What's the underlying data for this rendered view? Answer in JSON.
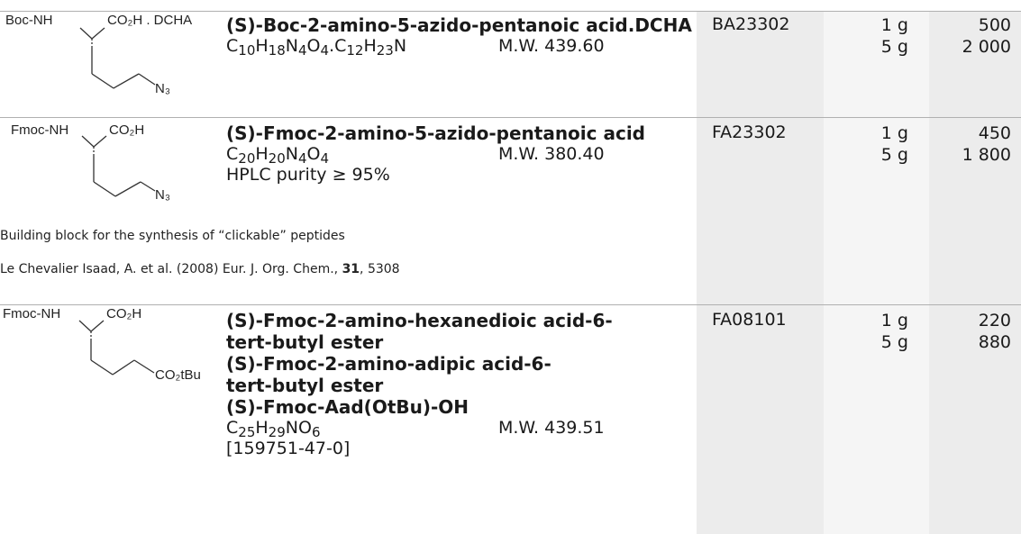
{
  "products": [
    {
      "structure": {
        "amine": "Boc-NH",
        "acid": "CO₂H . DCHA",
        "end": "N₃"
      },
      "names": [
        "(S)-Boc-2-amino-5-azido-pentanoic acid.DCHA"
      ],
      "formula": {
        "parts": [
          {
            "t": "C"
          },
          {
            "s": "10"
          },
          {
            "t": "H"
          },
          {
            "s": "18"
          },
          {
            "t": "N"
          },
          {
            "s": "4"
          },
          {
            "t": "O"
          },
          {
            "s": "4"
          },
          {
            "t": ".C"
          },
          {
            "s": "12"
          },
          {
            "t": "H"
          },
          {
            "s": "23"
          },
          {
            "t": "N"
          }
        ]
      },
      "mw": "M.W. 439.60",
      "extra": [],
      "code": "BA23302",
      "quantities": [
        "1 g",
        "5 g"
      ],
      "prices": [
        "500",
        "2 000"
      ],
      "notes": []
    },
    {
      "structure": {
        "amine": "Fmoc-NH",
        "acid": "CO₂H",
        "end": "N₃"
      },
      "names": [
        "(S)-Fmoc-2-amino-5-azido-pentanoic acid"
      ],
      "formula": {
        "parts": [
          {
            "t": "C"
          },
          {
            "s": "20"
          },
          {
            "t": "H"
          },
          {
            "s": "20"
          },
          {
            "t": "N"
          },
          {
            "s": "4"
          },
          {
            "t": "O"
          },
          {
            "s": "4"
          }
        ]
      },
      "mw": "M.W. 380.40",
      "extra": [
        "HPLC purity ≥ 95%"
      ],
      "code": "FA23302",
      "quantities": [
        "1 g",
        "5 g"
      ],
      "prices": [
        "450",
        "1 800"
      ],
      "notes": [
        {
          "text": "Building block for the synthesis of “clickable” peptides"
        },
        {
          "text": "Le Chevalier Isaad, A. et al. (2008) Eur. J. Org. Chem., ",
          "bold": "31",
          "tail": ", 5308"
        }
      ]
    },
    {
      "structure": {
        "amine": "Fmoc-NH",
        "acid": "CO₂H",
        "end": "CO₂tBu"
      },
      "names": [
        "(S)-Fmoc-2-amino-hexanedioic acid-6-",
        "tert-butyl ester",
        "(S)-Fmoc-2-amino-adipic acid-6-",
        "tert-butyl ester",
        "(S)-Fmoc-Aad(OtBu)-OH"
      ],
      "formula": {
        "parts": [
          {
            "t": "C"
          },
          {
            "s": "25"
          },
          {
            "t": "H"
          },
          {
            "s": "29"
          },
          {
            "t": "NO"
          },
          {
            "s": "6"
          }
        ]
      },
      "mw": "M.W. 439.51",
      "extra": [
        "[159751-47-0]"
      ],
      "code": "FA08101",
      "quantities": [
        "1 g",
        "5 g"
      ],
      "prices": [
        "220",
        "880"
      ],
      "notes": []
    }
  ]
}
